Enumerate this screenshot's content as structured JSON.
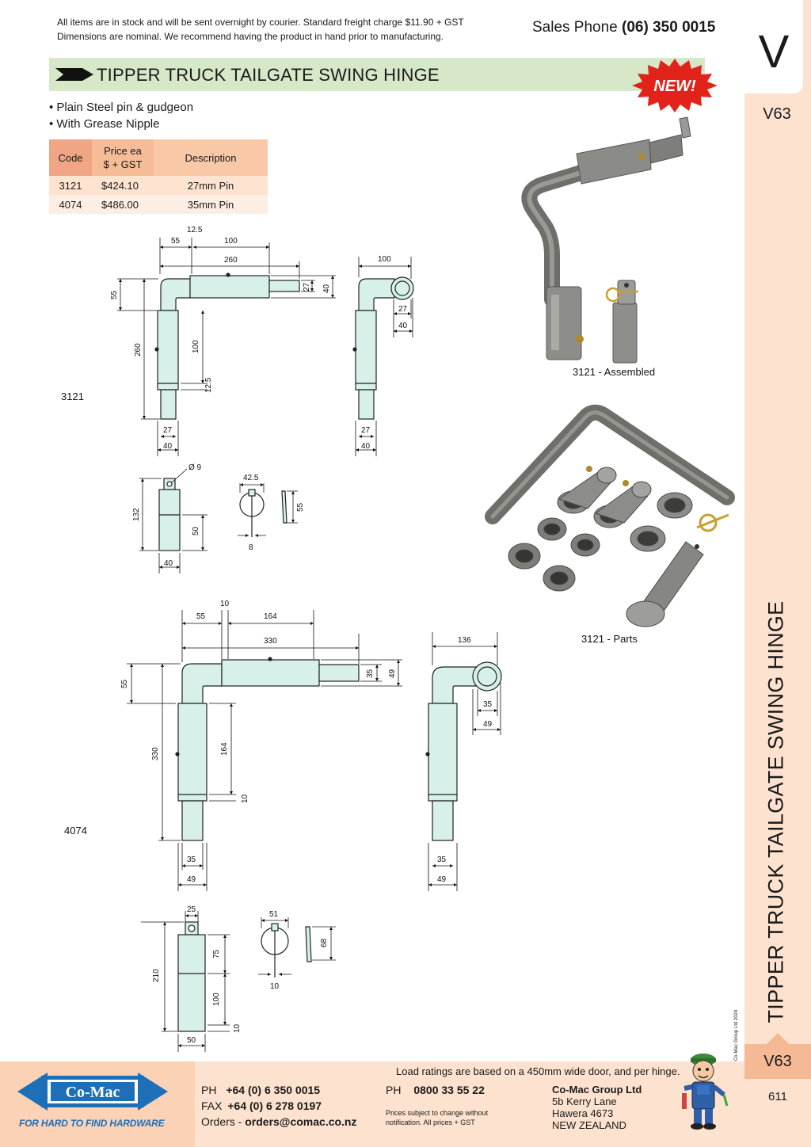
{
  "header": {
    "notice_line1": "All items are in stock and will be sent overnight by courier. Standard freight charge $11.90 + GST",
    "notice_line2": "Dimensions are nominal. We recommend having the product in hand prior to manufacturing.",
    "sales_label": "Sales Phone",
    "sales_number": "(06) 350 0015"
  },
  "title": "TIPPER TRUCK TAILGATE SWING HINGE",
  "badge": "NEW!",
  "side_tab": {
    "letter": "V",
    "code": "V63",
    "vertical_title": "TIPPER TRUCK TAILGATE SWING HINGE",
    "copyright": "© Co-Mac Group Ltd 2024",
    "page_number": "611"
  },
  "features": [
    "• Plain Steel pin & gudgeon",
    "• With Grease Nipple"
  ],
  "table": {
    "headers": [
      "Code",
      "Price ea",
      "$ + GST",
      "Description"
    ],
    "rows": [
      {
        "code": "3121",
        "price": "$424.10",
        "description": "27mm Pin"
      },
      {
        "code": "4074",
        "price": "$486.00",
        "description": "35mm Pin"
      }
    ]
  },
  "drawings": {
    "label_3121": "3121",
    "label_4074": "4074",
    "photo_assembled": "3121 - Assembled",
    "photo_parts": "3121 - Parts",
    "d3121": {
      "d55": "55",
      "d12_5": "12.5",
      "d100": "100",
      "d260": "260",
      "d27": "27",
      "d40": "40",
      "v55": "55",
      "v260": "260",
      "v100": "100",
      "v12_5": "12.5",
      "s100": "100",
      "s27": "27",
      "s40": "40",
      "sb27": "27",
      "sb40": "40",
      "g_dia": "Ø 9",
      "g132": "132",
      "g50": "50",
      "g40": "40",
      "p42_5": "42.5",
      "p55": "55",
      "p8": "8"
    },
    "d4074": {
      "d55": "55",
      "d10": "10",
      "d164": "164",
      "d330": "330",
      "d35": "35",
      "d49": "49",
      "v55": "55",
      "v330": "330",
      "v164": "164",
      "v10": "10",
      "b35": "35",
      "b49": "49",
      "s136": "136",
      "s35": "35",
      "s49": "49",
      "sb35": "35",
      "sb49": "49",
      "g25": "25",
      "g210": "210",
      "g75": "75",
      "g100": "100",
      "g10": "10",
      "g50": "50",
      "p51": "51",
      "p68": "68",
      "p10": "10"
    }
  },
  "footer": {
    "logo_text": "Co-Mac",
    "tagline": "FOR HARD TO FIND HARDWARE",
    "load_note": "Load ratings are based on a 450mm wide door, and per hinge.",
    "ph_label": "PH",
    "ph_value": "+64 (0) 6 350 0015",
    "fax_label": "FAX",
    "fax_value": "+64 (0) 6 278 0197",
    "orders_label": "Orders - ",
    "orders_value": "orders@comac.co.nz",
    "ph2_label": "PH",
    "ph2_value": "0800 33 55 22",
    "prices_note": "Prices subject to change without notification. All prices + GST",
    "company": "Co-Mac Group Ltd",
    "address1": "5b Kerry Lane",
    "address2": "Hawera 4673",
    "address3": "NEW ZEALAND"
  },
  "colors": {
    "title_bar": "#d6e8c8",
    "tab_bg": "#fde2cf",
    "tab_accent": "#f6b995",
    "badge_red": "#e2231a",
    "logo_blue": "#1d6fb8",
    "drawing_fill": "#d8f0ea"
  }
}
